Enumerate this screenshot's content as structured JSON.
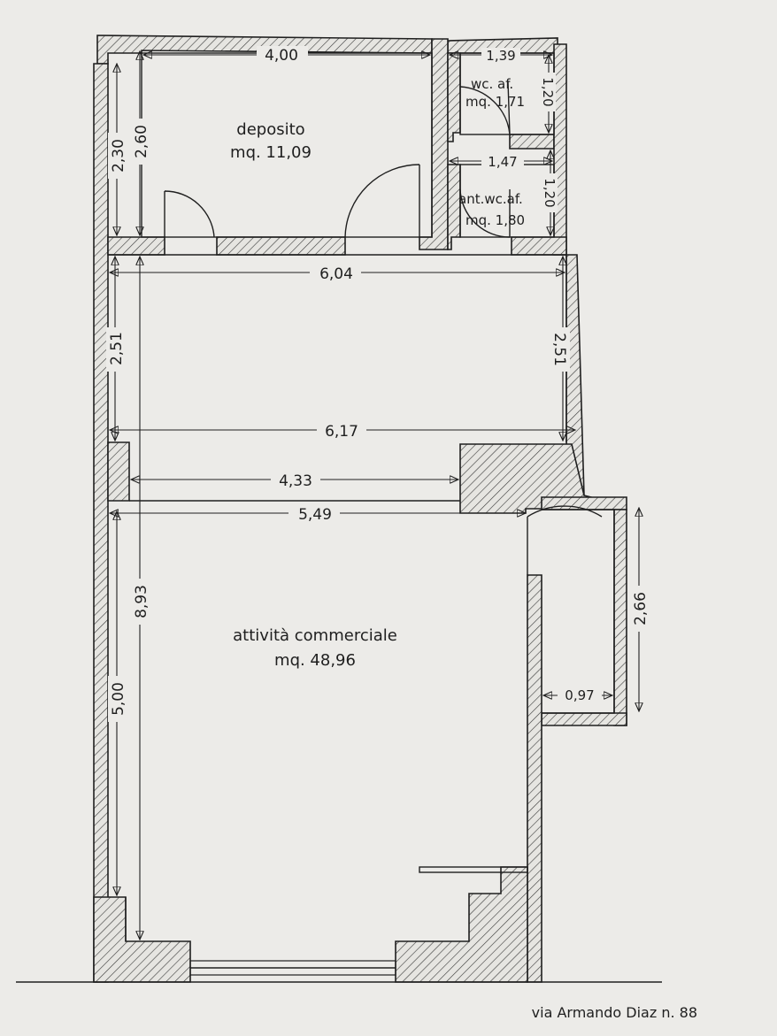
{
  "rooms": {
    "deposito": {
      "name": "deposito",
      "area": "mq. 11,09"
    },
    "wc": {
      "name": "wc. af.",
      "area": "mq. 1,71"
    },
    "antwc": {
      "name": "ant.wc.af.",
      "area": "mq. 1,80"
    },
    "commerciale": {
      "name": "attività commerciale",
      "area": "mq. 48,96"
    }
  },
  "dimensions": {
    "deposito_width": "4,00",
    "deposito_h1": "2,30",
    "deposito_h2": "2,60",
    "wc_width": "1,39",
    "wc_height": "1,20",
    "antwc_width": "1,47",
    "antwc_height": "1,20",
    "corridor_width": "6,04",
    "corridor_h_left": "2,51",
    "corridor_h_right": "2,51",
    "mid_width": "6,17",
    "opening_width": "4,33",
    "shop_width": "5,49",
    "shop_depth": "8,93",
    "shop_front": "5,00",
    "side_depth": "2,66",
    "side_width": "0,97"
  },
  "address": "via Armando Diaz n. 88",
  "colors": {
    "paper": "#ecebe8",
    "ink": "#1f1f1f",
    "hatch": "#3a3a3a"
  }
}
